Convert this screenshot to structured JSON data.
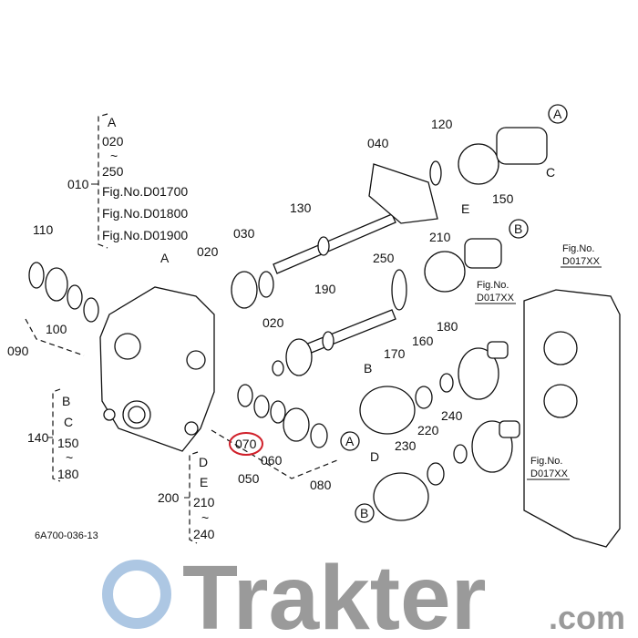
{
  "diagram": {
    "drawing_code": "6A700-036-13",
    "highlighted_part": "070",
    "highlight_color": "#d0202a",
    "watermark": {
      "brand": "Trakter",
      "suffix": ".com",
      "accent": "#5b8fc7"
    },
    "assembly_010": {
      "number": "010",
      "lines": [
        "A",
        "020",
        "~",
        "250",
        "Fig.No.D01700",
        "Fig.No.D01800",
        "Fig.No.D01900"
      ]
    },
    "assembly_140": {
      "number": "140",
      "lines": [
        "B",
        "C",
        "150",
        "~",
        "180"
      ]
    },
    "assembly_200": {
      "number": "200",
      "lines": [
        "D",
        "E",
        "210",
        "~",
        "240"
      ]
    },
    "parts": {
      "p110": "110",
      "p100": "100",
      "p090": "090",
      "pA1": "A",
      "p020a": "020",
      "p030": "030",
      "p130": "130",
      "p040": "040",
      "p120": "120",
      "p150": "150",
      "pC": "C",
      "pE": "E",
      "p210": "210",
      "p250": "250",
      "p190": "190",
      "p020b": "020",
      "p180": "180",
      "p160": "160",
      "p170": "170",
      "pB": "B",
      "p220": "220",
      "p240": "240",
      "p230": "230",
      "pD": "D",
      "p070": "070",
      "p060": "060",
      "p050": "050",
      "p080": "080"
    },
    "circled_refs": {
      "a_top": "A",
      "b_top": "B",
      "a_mid": "A",
      "b_bottom": "B"
    },
    "fig_refs": [
      {
        "line1": "Fig.No.",
        "line2": "D017XX"
      },
      {
        "line1": "Fig.No.",
        "line2": "D017XX"
      },
      {
        "line1": "Fig.No.",
        "line2": "D017XX"
      }
    ]
  }
}
